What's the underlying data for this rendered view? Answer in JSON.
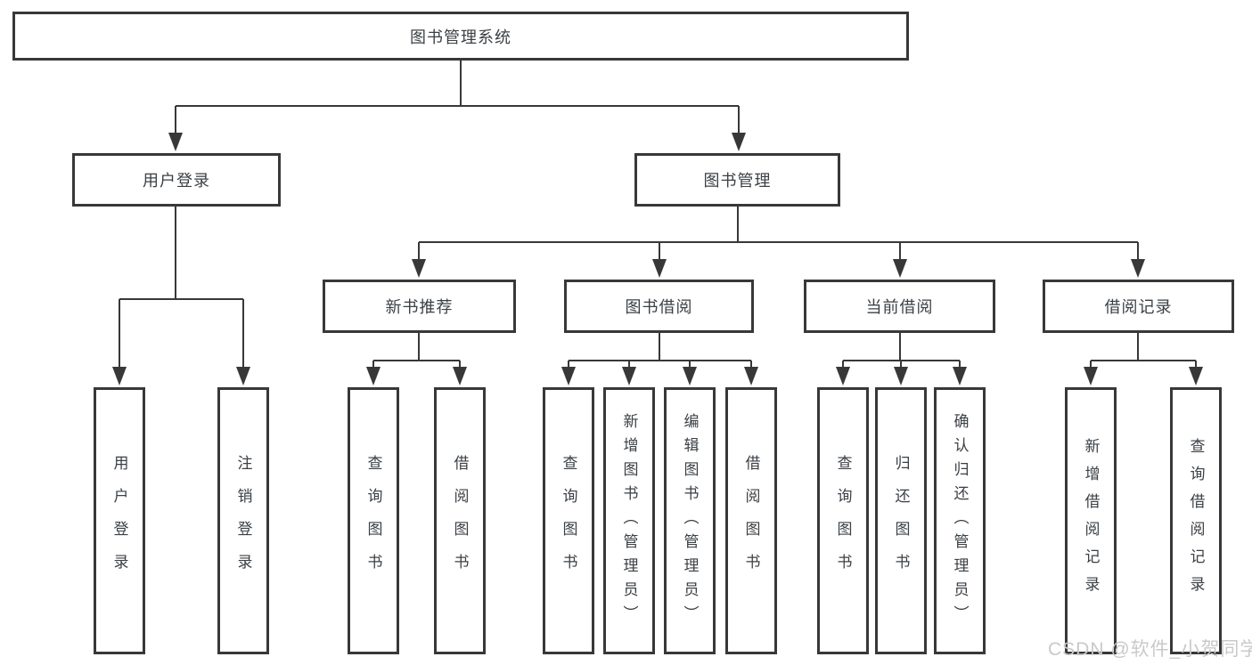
{
  "diagram": {
    "root": {
      "label": "图书管理系统"
    },
    "level2": [
      {
        "label": "用户登录"
      },
      {
        "label": "图书管理"
      }
    ],
    "level3": [
      {
        "label": "新书推荐"
      },
      {
        "label": "图书借阅"
      },
      {
        "label": "当前借阅"
      },
      {
        "label": "借阅记录"
      }
    ],
    "leaf_groups": [
      {
        "parent": "用户登录",
        "items": [
          "用户登录",
          "注销登录"
        ]
      },
      {
        "parent": "新书推荐",
        "items": [
          "查询图书",
          "借阅图书"
        ]
      },
      {
        "parent": "图书借阅",
        "items": [
          "查询图书",
          "新增图书（管理员）",
          "编辑图书（管理员）",
          "借阅图书"
        ]
      },
      {
        "parent": "当前借阅",
        "items": [
          "查询图书",
          "归还图书",
          "确认归还（管理员）"
        ]
      },
      {
        "parent": "借阅记录",
        "items": [
          "新增借阅记录",
          "查询借阅记录"
        ]
      }
    ]
  },
  "watermark": {
    "text": "CSDN @软件_小贺同学"
  },
  "colors": {
    "line": "#383838",
    "text": "#3b4045",
    "watermark": "#c9c9c9"
  }
}
